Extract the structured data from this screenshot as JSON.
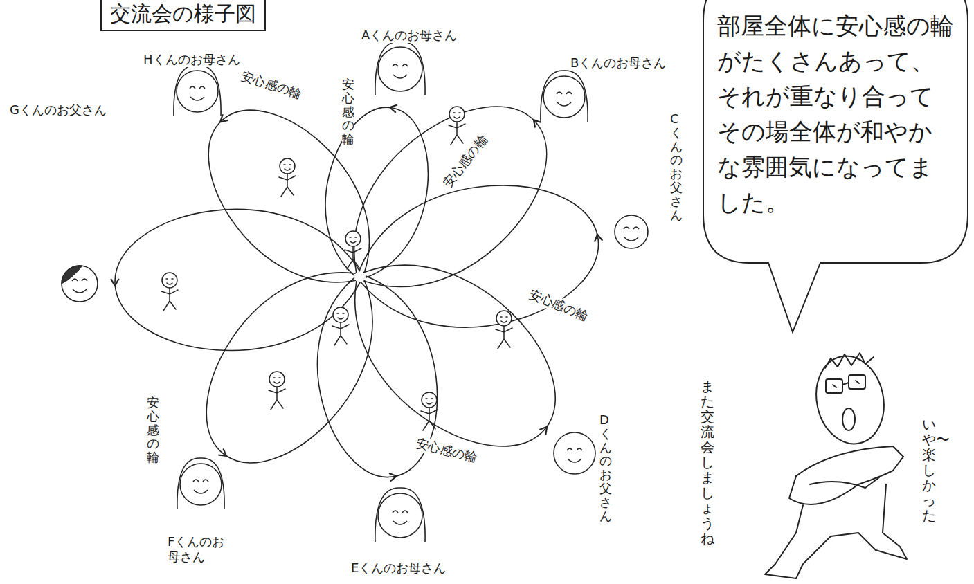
{
  "diagram": {
    "title": "交流会の様子図",
    "nodes": [
      {
        "text": [
          "部屋全体に安心感の輪がたくさんあって、それが重なり合ってその場全体が和やかな雰囲気になってました。"
        ]
      }
    ],
    "labels": [
      "Aくんのお母さん",
      "Hくんのお母さん",
      "安心感の輪",
      "安心感の輪",
      "Bくんのお母さん",
      "安心感の輪",
      "Cくんのお父さん",
      "Gくんのお父さん",
      "安心感の輪",
      "安心感の輪",
      "Dくんのお父さん",
      "安心感の輪",
      "また交流会しましょうね",
      "いや〜楽しかった",
      "Fくんのお母さん",
      "Eくんのお母さん"
    ]
  }
}
